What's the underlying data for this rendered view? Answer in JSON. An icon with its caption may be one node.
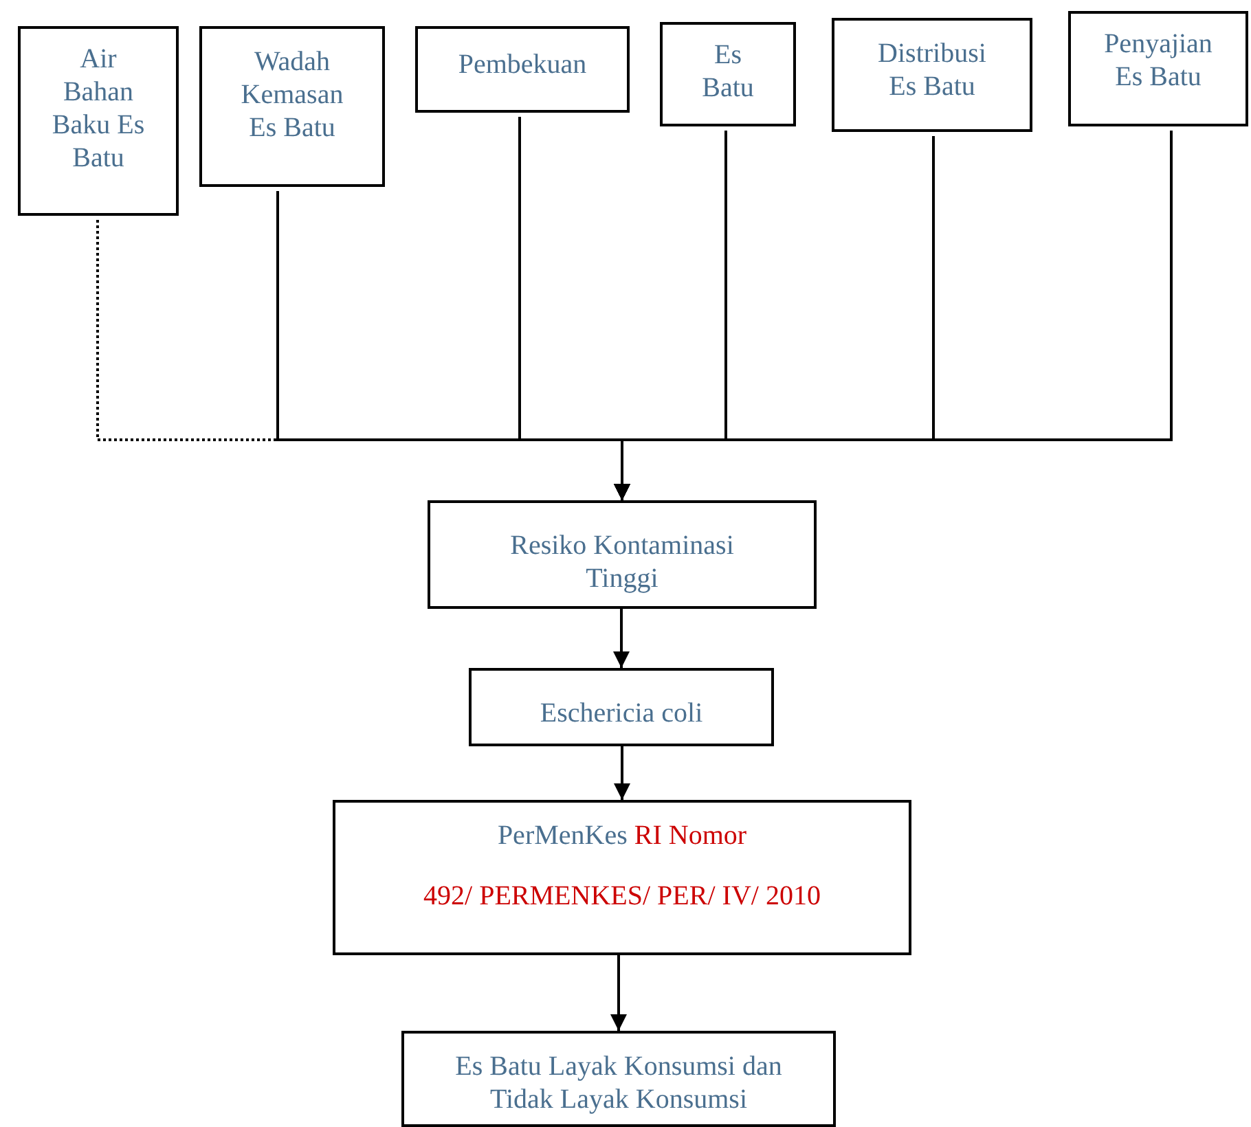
{
  "diagram": {
    "nodes": [
      {
        "text": [
          "Air Bahan Baku Es Batu"
        ]
      },
      {
        "text": [
          "Wadah Kemasan Es Batu"
        ]
      },
      {
        "text": [
          "Pembekuan"
        ]
      },
      {
        "text": [
          "Es Batu"
        ]
      },
      {
        "text": [
          "Distribusi Es Batu"
        ]
      },
      {
        "text": [
          "Penyajian Es Batu"
        ]
      },
      {
        "text": [
          "Resiko Kontaminasi Tinggi"
        ]
      },
      {
        "text": [
          "Eschericia coli"
        ]
      },
      {
        "text": [
          "PerMenKes",
          "RI Nomor",
          "492/ PERMENKES/ PER/ IV/ 2010"
        ]
      },
      {
        "text": [
          "Es Batu Layak Konsumsi dan Tidak Layak Konsumsi"
        ]
      }
    ],
    "edges": [
      {
        "from": 0,
        "to": 6,
        "arrow": "to",
        "style": "dashed"
      },
      {
        "from": 1,
        "to": 6,
        "arrow": "to"
      },
      {
        "from": 2,
        "to": 6,
        "arrow": "to"
      },
      {
        "from": 3,
        "to": 6,
        "arrow": "to"
      },
      {
        "from": 4,
        "to": 6,
        "arrow": "to"
      },
      {
        "from": 5,
        "to": 6,
        "arrow": "to"
      },
      {
        "from": 6,
        "to": 7,
        "arrow": "to"
      },
      {
        "from": 7,
        "to": 8,
        "arrow": "to"
      },
      {
        "from": 8,
        "to": 9,
        "arrow": "to"
      }
    ]
  }
}
